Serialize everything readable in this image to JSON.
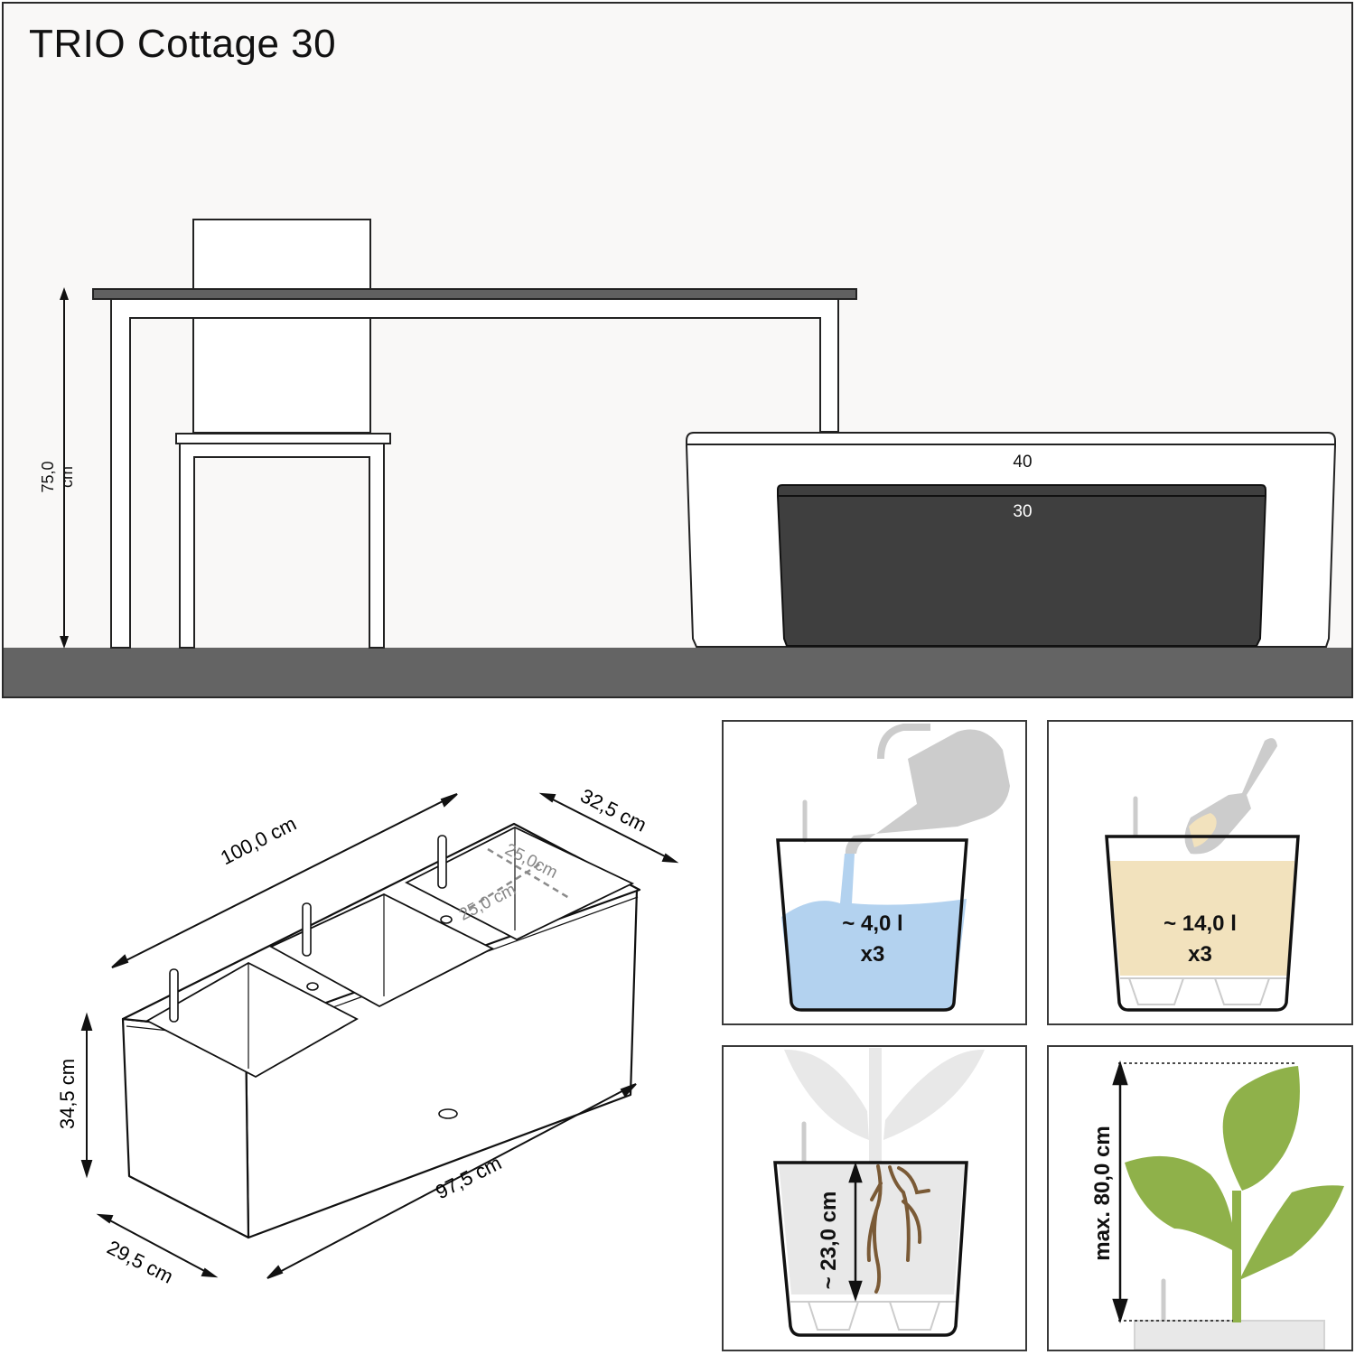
{
  "title": "TRIO Cottage 30",
  "scene": {
    "table_height_label": "75,0 cm",
    "planter_large_label": "40",
    "planter_small_label": "30",
    "colors": {
      "wall": "#f9f8f7",
      "floor": "#646464",
      "tabletop": "#606060",
      "planter_dark": "#3f3f3f"
    }
  },
  "isometric": {
    "length_top": "100,0 cm",
    "depth_top": "32,5 cm",
    "insert_width": "25,0cm",
    "insert_depth": "25,0 cm",
    "height": "34,5 cm",
    "length_bottom": "97,5 cm",
    "depth_bottom": "29,5 cm"
  },
  "panels": {
    "water": {
      "volume": "~ 4,0 l",
      "multiplier": "x3",
      "color": "#b3d2ef"
    },
    "soil": {
      "volume": "~ 14,0 l",
      "multiplier": "x3",
      "color": "#f2e2bd"
    },
    "roots": {
      "depth": "~ 23,0 cm",
      "root_color": "#7a5a36"
    },
    "plant": {
      "max_height": "max. 80,0 cm",
      "leaf_color": "#8fb14a"
    }
  }
}
